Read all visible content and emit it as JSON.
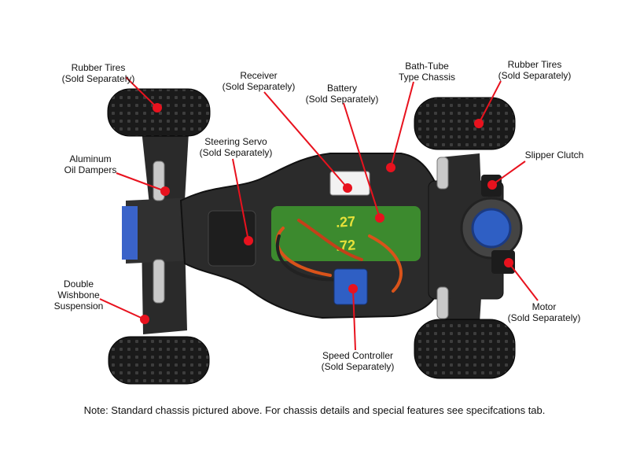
{
  "colors": {
    "marker": "#e8121e",
    "leader": "#e8121e",
    "chassis": "#2b2b2b",
    "tire": "#1c1c1c",
    "battery_green": "#3c8a2e",
    "battery_text": "#e6e13a",
    "esc_blue": "#2f5fc4",
    "wire_orange": "#d9531a"
  },
  "labels": {
    "tires_front": [
      "Rubber Tires",
      "(Sold Separately)"
    ],
    "receiver": [
      "Receiver",
      "(Sold Separately)"
    ],
    "battery": [
      "Battery",
      "(Sold Separately)"
    ],
    "chassis": [
      "Bath-Tube",
      "Type Chassis"
    ],
    "tires_rear": [
      "Rubber Tires",
      "(Sold Separately)"
    ],
    "dampers": [
      "Aluminum",
      "Oil Dampers"
    ],
    "servo": [
      "Steering Servo",
      "(Sold Separately)"
    ],
    "slipper": [
      "Slipper Clutch"
    ],
    "suspension": [
      "Double",
      "Wishbone",
      "Suspension"
    ],
    "motor": [
      "Motor",
      "(Sold Separately)"
    ],
    "esc": [
      "Speed Controller",
      "(Sold Separately)"
    ]
  },
  "note": "Note: Standard chassis pictured above. For chassis details and special features see specifcations tab."
}
